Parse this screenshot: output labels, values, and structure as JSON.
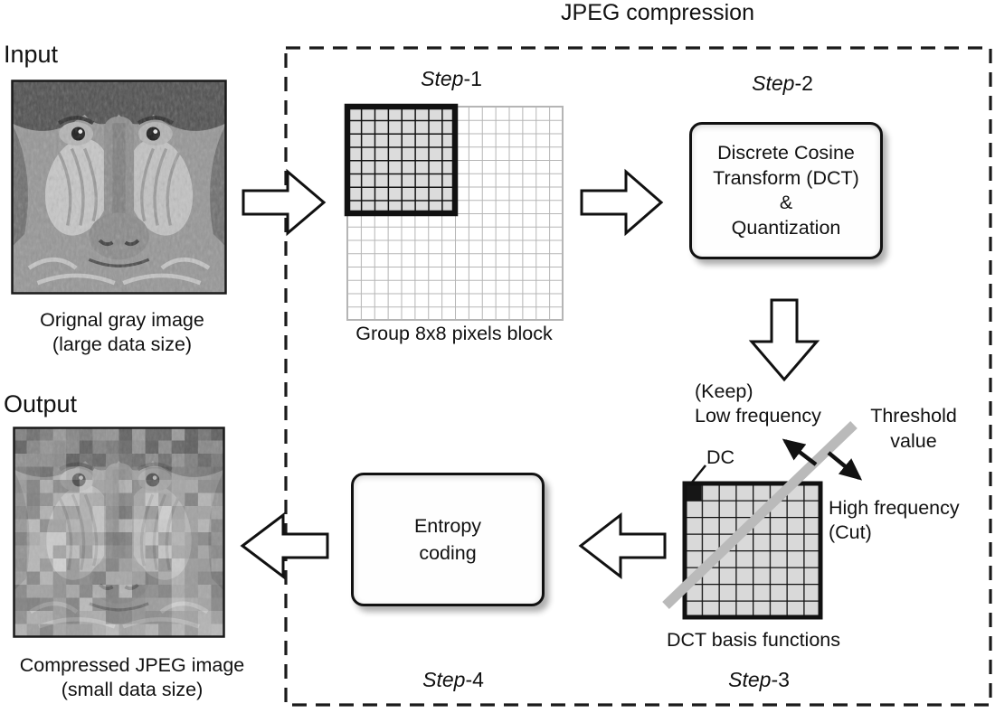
{
  "title": "JPEG compression",
  "input": {
    "label": "Input",
    "caption1": "Orignal gray image",
    "caption2": "(large data size)"
  },
  "output": {
    "label": "Output",
    "caption1": "Compressed JPEG image",
    "caption2": "(small data size)"
  },
  "step1": {
    "prefix": "Step",
    "suffix": "-1",
    "caption": "Group 8x8 pixels block"
  },
  "step2": {
    "prefix": "Step",
    "suffix": "-2",
    "line1": "Discrete Cosine",
    "line2": "Transform (DCT)",
    "line3": "&",
    "line4": "Quantization"
  },
  "step3": {
    "prefix": "Step",
    "suffix": "-3",
    "caption": "DCT basis functions",
    "dc_label": "DC",
    "keep_label": "(Keep)",
    "low_freq_label": "Low frequency",
    "threshold_line1": "Threshold",
    "threshold_line2": "value",
    "high_freq_line1": "High frequency",
    "high_freq_line2": "(Cut)"
  },
  "step4": {
    "prefix": "Step",
    "suffix": "-4",
    "line1": "Entropy",
    "line2": "coding"
  },
  "colors": {
    "ink": "#111111",
    "grid_light": "#b5b5b5",
    "block_fill": "#dcdcdc",
    "dct_fill": "#d9d9d9",
    "threshold_gray": "#bababa"
  }
}
